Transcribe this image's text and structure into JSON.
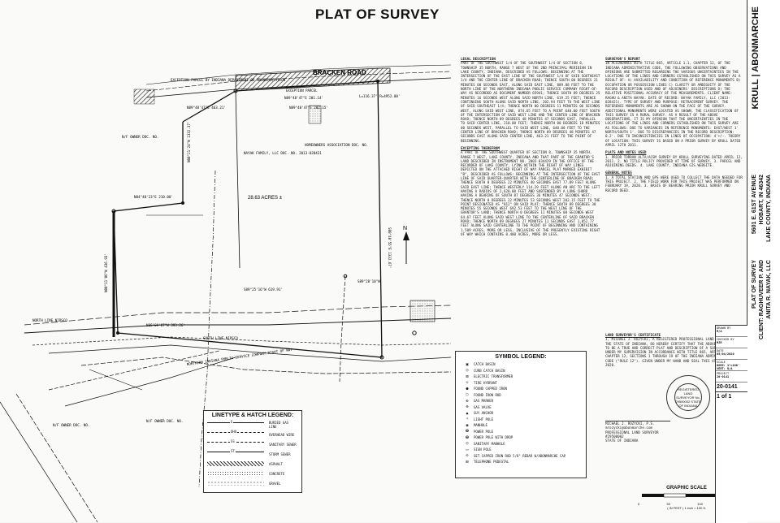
{
  "title": "PLAT OF SURVEY",
  "road": "BRACKEN ROAD",
  "acreage": "28.63 ACRES ±",
  "exception_label": "EXCEPTION PARCEL",
  "bearings": [
    "N89°48'47\"E 463.21'",
    "N89°48'47\"E 201.14'",
    "N89°48'47\"E 202.15'",
    "L=116.37' R=4952.00'",
    "N84°40'23\"E 210.00'",
    "N89°09'07\"W 393.26'",
    "S89°25'16\"W 619.91'",
    "S00°40'55\"E 1332.67'",
    "N00°21'24\"W 1332.37'",
    "N00°11'06\"W 436.93'",
    "S89°28'10\"W"
  ],
  "legal_heading": "LEGAL DESCRIPTION",
  "legal_text": "PART OF THE SOUTHWEST 1/4 OF THE SOUTHWEST 1/4 OF SECTION 8, TOWNSHIP 35 NORTH, RANGE 7 WEST OF THE 2ND PRINCIPAL MERIDIAN IN LAKE COUNTY, INDIANA, DESCRIBED AS FOLLOWS: BEGINNING AT THE INTERSECTION OF THE EAST LINE OF THE SOUTHWEST 1/4 OF SAID SOUTHEAST 1/4 AND THE CENTER LINE OF BRACKEN ROAD; THENCE SOUTH 00 DEGREES 21 MINUTES 00 SECONDS EAST, ALONG SAID EAST LINE, 889.88 FEET TO THE NORTH LINE OF THE NORTHERN INDIANA PUBLIC SERVICE COMPANY RIGHT-OF-WAY AS RECORDED AS DOCUMENT NUMBER 65941; THENCE SOUTH 89 DEGREES 25 MINUTES 16 SECONDS WEST ALONG SAID NORTH LINE, 619.25 FEET; THENCE CONTINUING SOUTH ALONG SAID NORTH LINE, 202.94 FEET TO THE WEST LINE OF SAID SOUTHEAST 1/4; THENCE NORTH 00 DEGREES 11 MINUTES 06 SECONDS WEST, ALONG SAID WEST LINE, 874.65 FEET TO A POINT 640.00 FEET SOUTH OF THE INTERSECTION OF SAID WEST LINE AND THE CENTER LINE OF BRACKEN ROAD; THENCE NORTH 89 DEGREES 48 MINUTES 47 SECONDS EAST, PARALLEL TO SAID CENTER LINE, 210.00 FEET; THENCE NORTH 00 DEGREES 18 MINUTES 00 SECONDS WEST, PARALLEL TO SAID WEST LINE, 640.00 FEET TO THE CENTER LINE OF BRACKEN ROAD; THENCE NORTH 89 DEGREES 48 MINUTES 47 SECONDS EAST ALONG SAID CENTER LINE, 463.21 FEET TO THE POINT OF BEGINNING.",
  "exception_heading": "EXCEPTING THEREFROM",
  "exception_text": "A PART OF THE SOUTHWEST QUARTER OF SECTION 8, TOWNSHIP 35 NORTH, RANGE 7 WEST, LAKE COUNTY, INDIANA AND THAT PART OF THE GRANTOR'S LAND DESCRIBED IN INSTRUMENT NO. 2003 034429 IN THE OFFICE OF THE RECORDER OF LAKE COUNTY, LYING WITHIN THE RIGHT OF WAY LINES DEPICTED ON THE ATTACHED RIGHT OF WAY PARCEL PLAT MARKED EXHIBIT \"B\", DESCRIBED AS FOLLOWS: BEGINNING AT THE INTERSECTION OF THE EAST LINE OF SAID QUARTER-QUARTER WITH THE CENTERLINE OF BRACKEN ROAD; THENCE SOUTH 0 DEGREES 22 MINUTES 40 SECONDS EAST 77.89 FEET ALONG SAID EAST LINE; THENCE WESTERLY 114.29 FEET ALONG AN ARC TO THE LEFT HAVING A RADIUS OF 2,620.00 FEET AND SUBTENDED BY A LONG CHORD HAVING A BEARING OF SOUTH 87 DEGREES 36 MINUTES 47 SECONDS WEST; THENCE NORTH 0 DEGREES 22 MINUTES 53 SECONDS WEST 202.15 FEET TO THE POINT DESIGNATED AS \"812\" ON SAID PLAT; THENCE SOUTH 89 DEGREES 30 MINUTES 55 SECONDS WEST 692.53 FEET TO THE WEST LINE OF THE GRANTOR'S LAND; THENCE NORTH 0 DEGREES 11 MINUTES 08 SECONDS WEST 64.67 FEET ALONG SAID WEST LINE TO THE CENTERLINE OF SAID BRACKEN ROAD; THENCE NORTH 89 DEGREES 27 MINUTES 11 SECONDS EAST 1,052.77 FEET ALONG SAID CENTERLINE TO THE POINT OF BEGINNING AND CONTAINING 1.509 ACRES, MORE OR LESS, INCLUSIVE OF THE PRESENTLY EXISTING RIGHT OF WAY WHICH CONTAINS 0.400 ACRES, MORE OR LESS.",
  "report_heading": "SURVEYOR'S REPORT",
  "report_text": "IN ACCORDANCE WITH TITLE 865, ARTICLE 1.1, CHAPTER 12, OF THE INDIANA ADMINISTRATIVE CODE, THE FOLLOWING OBSERVATIONS AND OPINIONS ARE SUBMITTED REGARDING THE VARIOUS UNCERTAINTIES IN THE LOCATIONS OF THE LINES AND CORNERS ESTABLISHED ON THIS SURVEY AS A RESULT OF: A) AVAILABILITY AND CONDITION OF REFERENCE MONUMENTS B) OCCUPATION OR POSSESSION LINES C) CLARITY OR AMBIGUITY OF THE RECORD DESCRIPTION USED AND OF ADJOINERS' DESCRIPTIONS D) THE RELATIVE POSITIONAL ACCURACY OF THE MEASUREMENTS. CLIENT NAME: RAGHU & ANITA NAYAK. DATE OF RECORD: NAYAK FAMILY, LLC (2013-028421). TYPE OF SURVEY AND PURPOSE: RETRACEMENT SURVEY. THE REFERENCE MONUMENTS ARE AS SHOWN ON THE FACE OF THE SURVEY. ADDITIONAL MONUMENTS WERE LOCATED AS SHOWN. THE CLASSIFICATION OF THIS SURVEY IS A RURAL SURVEY. AS A RESULT OF THE ABOVE OBSERVATIONS, IT IS MY OPINION THAT THE UNCERTAINTIES IN THE LOCATIONS OF THE LINES AND CORNERS ESTABLISHED ON THIS SURVEY ARE AS FOLLOWS: DUE TO VARIANCES IN REFERENCE MONUMENTS: EAST/WEST 1' NORTH/SOUTH 1'. DUE TO DISCREPANCIES IN THE RECORD DESCRIPTION: 0.2'. DUE TO INCONSISTENCIES IN LINES OF OCCUPATION: 4'+/-. THEORY OF LOCATION: THIS SURVEY IS BASED ON A PRIOR SURVEY BY KRULL DATED APRIL 12TH 2011.",
  "plat_heading": "PLATS AND NOTES USED",
  "plat_text": "1. PRIOR TORRAN ALTA/ACSM SURVEY BY KRULL SURVEYING DATED APRIL 12, 2011. 2. NO TITLE POLICY PROVIDED AT TIME OF SURVEY. 3. PARCEL AND ADJOINING DEEDS. 4. LAKE COUNTY, INDIANA GIS WEBSITE.",
  "general_heading": "GENERAL NOTES",
  "general_text": "1. A TOTAL STATION AND GPS WERE USED TO COLLECT THE DATA NEEDED FOR THIS PROJECT. 2. THE FIELD WORK FOR THIS PROJECT WAS PERFORMED ON FEBRUARY 19, 2020. 3. BASIS OF BEARING PRIOR KRULL SURVEY AND RECORD DEED.",
  "cert_heading": "LAND SURVEYOR'S CERTIFICATE",
  "cert_text": "I, MICHAEL J. ROZYCKI, A REGISTERED PROFESSIONAL LAND SURVEYOR IN THE STATE OF INDIANA, DO HEREBY CERTIFY THAT THE ABOVE IS BELIEVED TO BE A TRUE AND CORRECT PLAT AND DESCRIPTION OF A SURVEY PREPARED UNDER MY SUPERVISION IN ACCORDANCE WITH TITLE 865, ARTICLE 1.1, CHAPTER 12, SECTIONS 1 THROUGH 19 OF THE INDIANA ADMINISTRATIVE CODE (\"RULE 12\"). GIVEN UNDER MY HAND AND SEAL THIS 4TH DAY OF MAY, 2020.",
  "surveyor_name": "MICHAEL J. ROZYCKI, P.S.",
  "surveyor_email": "mrozycki@abonmarche.com",
  "surveyor_license": "PROFESSIONAL LAND SURVEYOR #29500002",
  "surveyor_state": "STATE OF INDIANA",
  "seal_text": "REGISTERED LAND SURVEYOR No. 29500002 STATE OF INDIANA",
  "symbol_heading": "SYMBOL LEGEND:",
  "symbols": [
    {
      "sym": "▣",
      "label": "CATCH BASIN"
    },
    {
      "sym": "◎",
      "label": "CURB CATCH BASIN"
    },
    {
      "sym": "⊠",
      "label": "ELECTRIC TRANSFORMER"
    },
    {
      "sym": "◇",
      "label": "TIRE HYDRANT"
    },
    {
      "sym": "●",
      "label": "FOUND CAPPED IRON"
    },
    {
      "sym": "○",
      "label": "FOUND IRON ROD"
    },
    {
      "sym": "⊕",
      "label": "GAS MARKER"
    },
    {
      "sym": "⊗",
      "label": "GAS VALVE"
    },
    {
      "sym": "▲",
      "label": "GUY ANCHOR"
    },
    {
      "sym": "☼",
      "label": "LIGHT POLE"
    },
    {
      "sym": "◉",
      "label": "MANHOLE"
    },
    {
      "sym": "ⴲ",
      "label": "POWER POLE"
    },
    {
      "sym": "ⴲ",
      "label": "POWER POLE WITH DROP"
    },
    {
      "sym": "◎",
      "label": "SANITARY MANHOLE"
    },
    {
      "sym": "▭",
      "label": "SIGN POLE"
    },
    {
      "sym": "⊙",
      "label": "SET CAPPED IRON ROD 5/8\" REBAR W/ABONMARCHE CAP"
    },
    {
      "sym": "⊞",
      "label": "TELEPHONE PEDESTAL"
    }
  ],
  "linetype_heading": "LINETYPE & HATCH LEGEND:",
  "linetypes": [
    {
      "code": "E",
      "label": "BURIED GAS LINE"
    },
    {
      "code": "OHU",
      "label": "OVERHEAD WIRE"
    },
    {
      "code": "SS",
      "label": "SANITARY SEWER"
    },
    {
      "code": "ST",
      "label": "STORM SEWER"
    },
    {
      "code": "",
      "label": "ASPHALT"
    },
    {
      "code": "",
      "label": "CONCRETE"
    },
    {
      "code": "",
      "label": "GRAVEL"
    }
  ],
  "scale_heading": "GRAPHIC SCALE",
  "scale_note": "( IN FEET ) 1 inch = 100 ft.",
  "scale_ticks": [
    "0",
    "50",
    "100",
    "200"
  ],
  "plat_labels": {
    "exception_owner": "EXCEPTION PARCEL BY INDIANA DEPARTMENT OF TRANSPORTATION",
    "west_owner": "N/F OWNER DOC. NO.",
    "nipsco": "NORTHERN INDIANA PUBLIC SERVICE COMPANY RIGHT OF WAY",
    "north_line": "NORTH LINE NIPSCO",
    "south_line": "SOUTH LINE NIPSCO",
    "center_parcel": "NAYAK FAMILY, LLC DOC. NO. 2013-028421",
    "east_owner": "HOMEOWNERS ASSOCIATION DOC. NO.",
    "sw_owner": "N/F OWNER DOC. NO.",
    "se_owner": "N/F OWNER DOC. NO."
  },
  "firm": "KRULL | ABONMARCHE",
  "address_line1": "5601 E. 61ST AVENUE",
  "address_line2": "HOBART, IN 46342",
  "address_line3": "LAKE COUNTY, INDIANA",
  "project_title1": "PLAT OF SURVEY",
  "project_title2": "CLIENT: RAGHUVEER P. AND",
  "project_title3": "ANITA R. NAYAK, LLC",
  "titleblock": [
    {
      "label": "DRAWN BY",
      "value": "M/A"
    },
    {
      "label": "CHECKED BY",
      "value": "MJR"
    },
    {
      "label": "DATE",
      "value": "05/04/2020"
    },
    {
      "label": "SCALE",
      "value": "HORZ: 1\"=100' VERT: N/A"
    },
    {
      "label": "PROJECT",
      "value": "20-0141"
    }
  ],
  "project_no": "20-0141",
  "sheet_no": "1 of 1"
}
